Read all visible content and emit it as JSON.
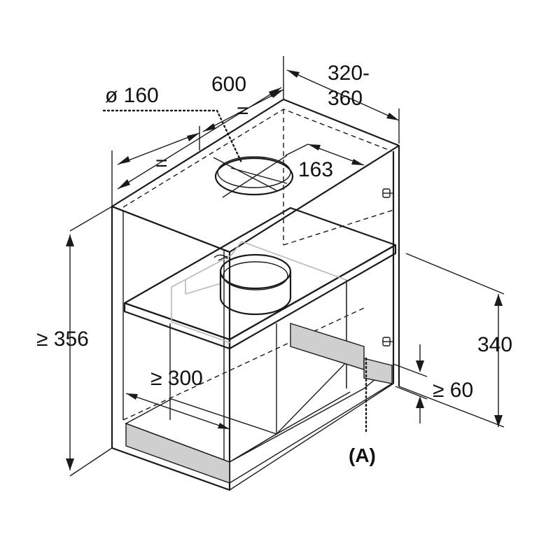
{
  "diagram": {
    "labels": {
      "width": "600",
      "depth_line1": "320-",
      "depth_line2": "360",
      "duct_diameter": "ø 160",
      "equal_front": "=",
      "equal_back": "=",
      "duct_offset": "163",
      "height_min": "≥ 356",
      "inner_width_min": "≥ 300",
      "cutout_height": "340",
      "gap_min": "≥ 60",
      "callout": "(A)"
    },
    "colors": {
      "line": "#1a1a1a",
      "ghost": "#b8b8b8",
      "shading": "#cfcfcf",
      "background": "#ffffff"
    }
  }
}
